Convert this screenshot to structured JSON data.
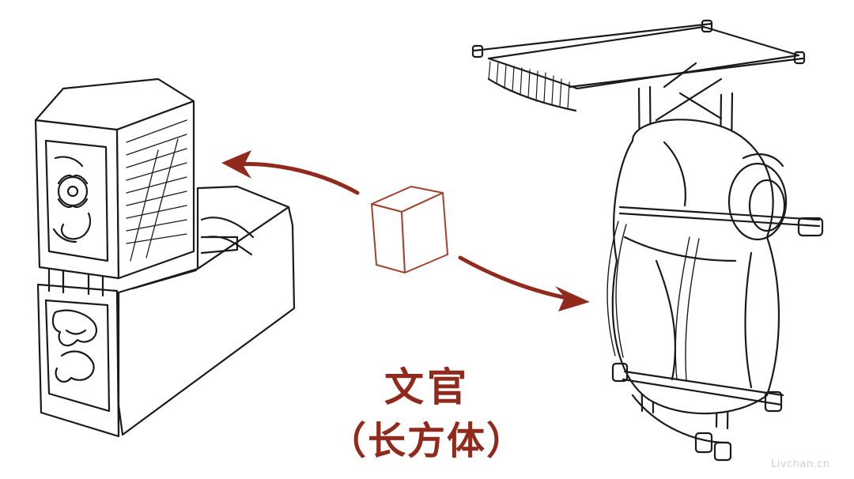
{
  "caption": {
    "title": "文官",
    "subtitle": "（长方体）"
  },
  "watermark": "Livchan.cn",
  "colors": {
    "accent": "#8f2a1c",
    "ink": "#1a1a1a"
  }
}
